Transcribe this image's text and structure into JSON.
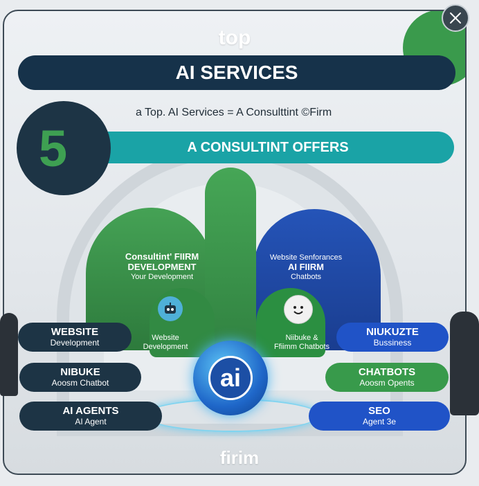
{
  "logo_top": "top",
  "title": "AI SERVICES",
  "subtitle": "a Top. AI Services = A Consulttint ©Firm",
  "number": "5",
  "offers_banner": "A CONSULTINT OFFERS",
  "lobe_left": {
    "line1": "Consultint' FIIRM",
    "line2": "DEVELOPMENT",
    "line3": "Your Development"
  },
  "lobe_right": {
    "line1": "Website Senforances",
    "line2": "AI FIIRM",
    "line3": "Chatbots"
  },
  "inner_left": {
    "line1": "Website",
    "line2": "Development"
  },
  "inner_right": {
    "line1": "Niibuke &",
    "line2": "Ffiimm Chatbots"
  },
  "orb_label": "ai",
  "left_pills": [
    {
      "title": "WEBSITE",
      "sub": "Development"
    },
    {
      "title": "NIBUKE",
      "sub": "Aoosm Chatbot"
    },
    {
      "title": "AI AGENTS",
      "sub": "AI Agent"
    }
  ],
  "right_pills": [
    {
      "title": "NIUKUZTE",
      "sub": "Bussiness"
    },
    {
      "title": "CHATBOTS",
      "sub": "Aoosm Opents"
    },
    {
      "title": "SEO",
      "sub": "Agent 3e"
    }
  ],
  "logo_bottom": "firim",
  "colors": {
    "navy": "#16324a",
    "teal": "#1aa3a6",
    "green": "#389a4b",
    "blue": "#2053c7"
  }
}
